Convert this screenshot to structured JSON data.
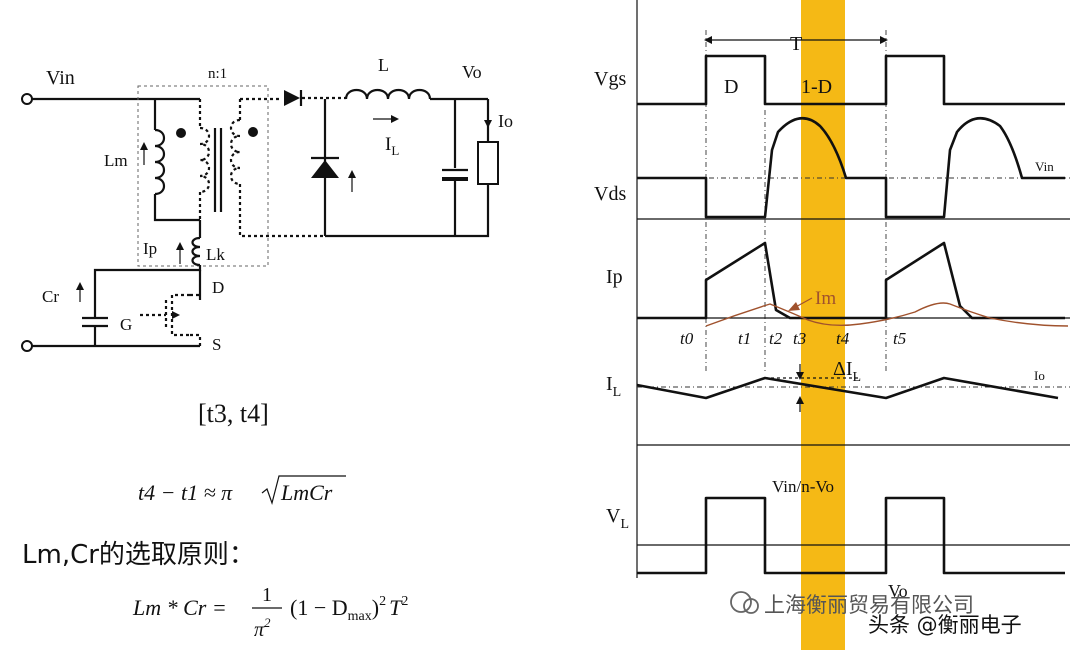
{
  "circuit": {
    "vin": "Vin",
    "ratio": "n:1",
    "inductor": "L",
    "vo": "Vo",
    "io": "Io",
    "il_main": "I",
    "il_sub": "L",
    "lm": "Lm",
    "ip": "Ip",
    "lk": "Lk",
    "cr": "Cr",
    "d": "D",
    "g": "G",
    "s": "S"
  },
  "interval": "[t3, t4]",
  "formula1": {
    "lhs": "t4 − t1 ≈ π",
    "rad": "LmCr"
  },
  "principle": "Lm,Cr的选取原则：",
  "formula2": {
    "lhs": "Lm * Cr =",
    "num": "1",
    "den": "π",
    "den_exp": "2",
    "paren": "(1 − D",
    "sub": "max",
    "tail": ")",
    "exp1": "2",
    "t": "T",
    "exp2": "2"
  },
  "timing": {
    "period": "T",
    "duty": "D",
    "one_minus_d": "1-D",
    "vgs": "Vgs",
    "vds": "Vds",
    "vin_level": "Vin",
    "ip": "Ip",
    "im": "Im",
    "t0": "t0",
    "t1": "t1",
    "t2": "t2",
    "t3": "t3",
    "t4": "t4",
    "t5": "t5",
    "il_main": "I",
    "il_sub": "L",
    "delta_main": "ΔI",
    "delta_sub": "L",
    "io_level": "Io",
    "vl_main": "V",
    "vl_sub": "L",
    "vl_level": "Vin/n-Vo",
    "vo_cut": "Vo"
  },
  "watermark": {
    "company": "上海衡丽贸易有限公司",
    "source": "头条 @衡丽电子"
  },
  "colors": {
    "highlight": "#F5B915",
    "im_trace": "#A0522D"
  }
}
